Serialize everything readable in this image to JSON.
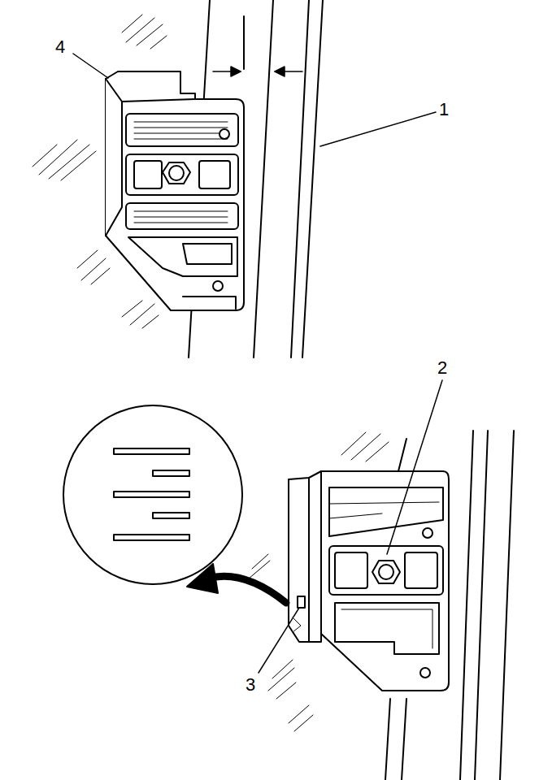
{
  "diagram": {
    "labels": [
      "4",
      "1",
      "2",
      "3"
    ]
  }
}
